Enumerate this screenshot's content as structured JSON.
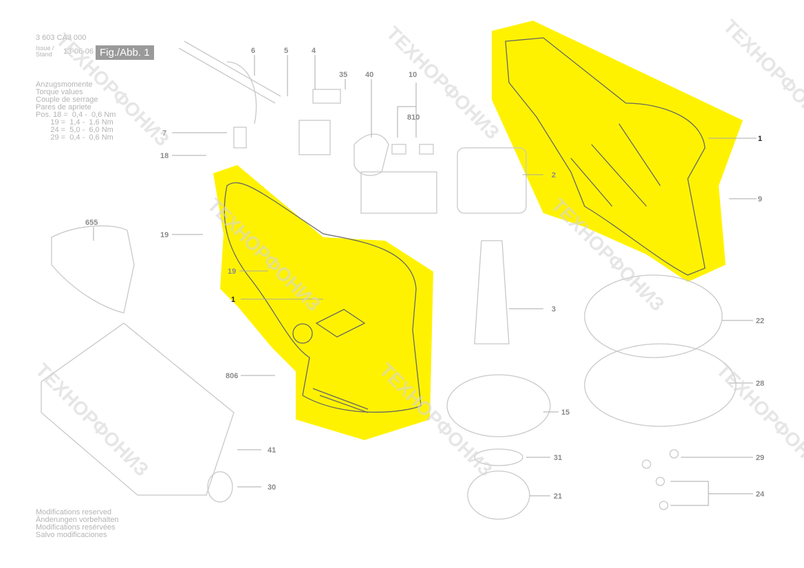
{
  "header": {
    "part_number": "3 603 CA3 000",
    "issue_label": "Issue / Stand",
    "issue_date": "13-06-06",
    "figure_label": "Fig./Abb. 1"
  },
  "torque": {
    "lines": [
      "Anzugsmomente",
      "Torque values",
      "Couple de serrage",
      "Pares de apriete"
    ],
    "rows": [
      "Pos. 18 =  0,4 -  0,6 Nm",
      "       19 =  1,4 -  1,6 Nm",
      "       24 =  5,0 -  6,0 Nm",
      "       29 =  0,4 -  0,6 Nm"
    ]
  },
  "footer": {
    "lines": [
      "Modifications reserved",
      "Änderungen vorbehalten",
      "Modifications resérvées",
      "Salvo modificaciones"
    ]
  },
  "parts": [
    "6",
    "5",
    "4",
    "35",
    "40",
    "10",
    "810",
    "7",
    "18",
    "655",
    "19",
    "19",
    "1",
    "806",
    "2",
    "1",
    "9",
    "3",
    "22",
    "28",
    "15",
    "31",
    "29",
    "41",
    "30",
    "21",
    "24"
  ],
  "highlight_color": "#fff200",
  "watermark": "ТЕХНОРФОНИЗ"
}
